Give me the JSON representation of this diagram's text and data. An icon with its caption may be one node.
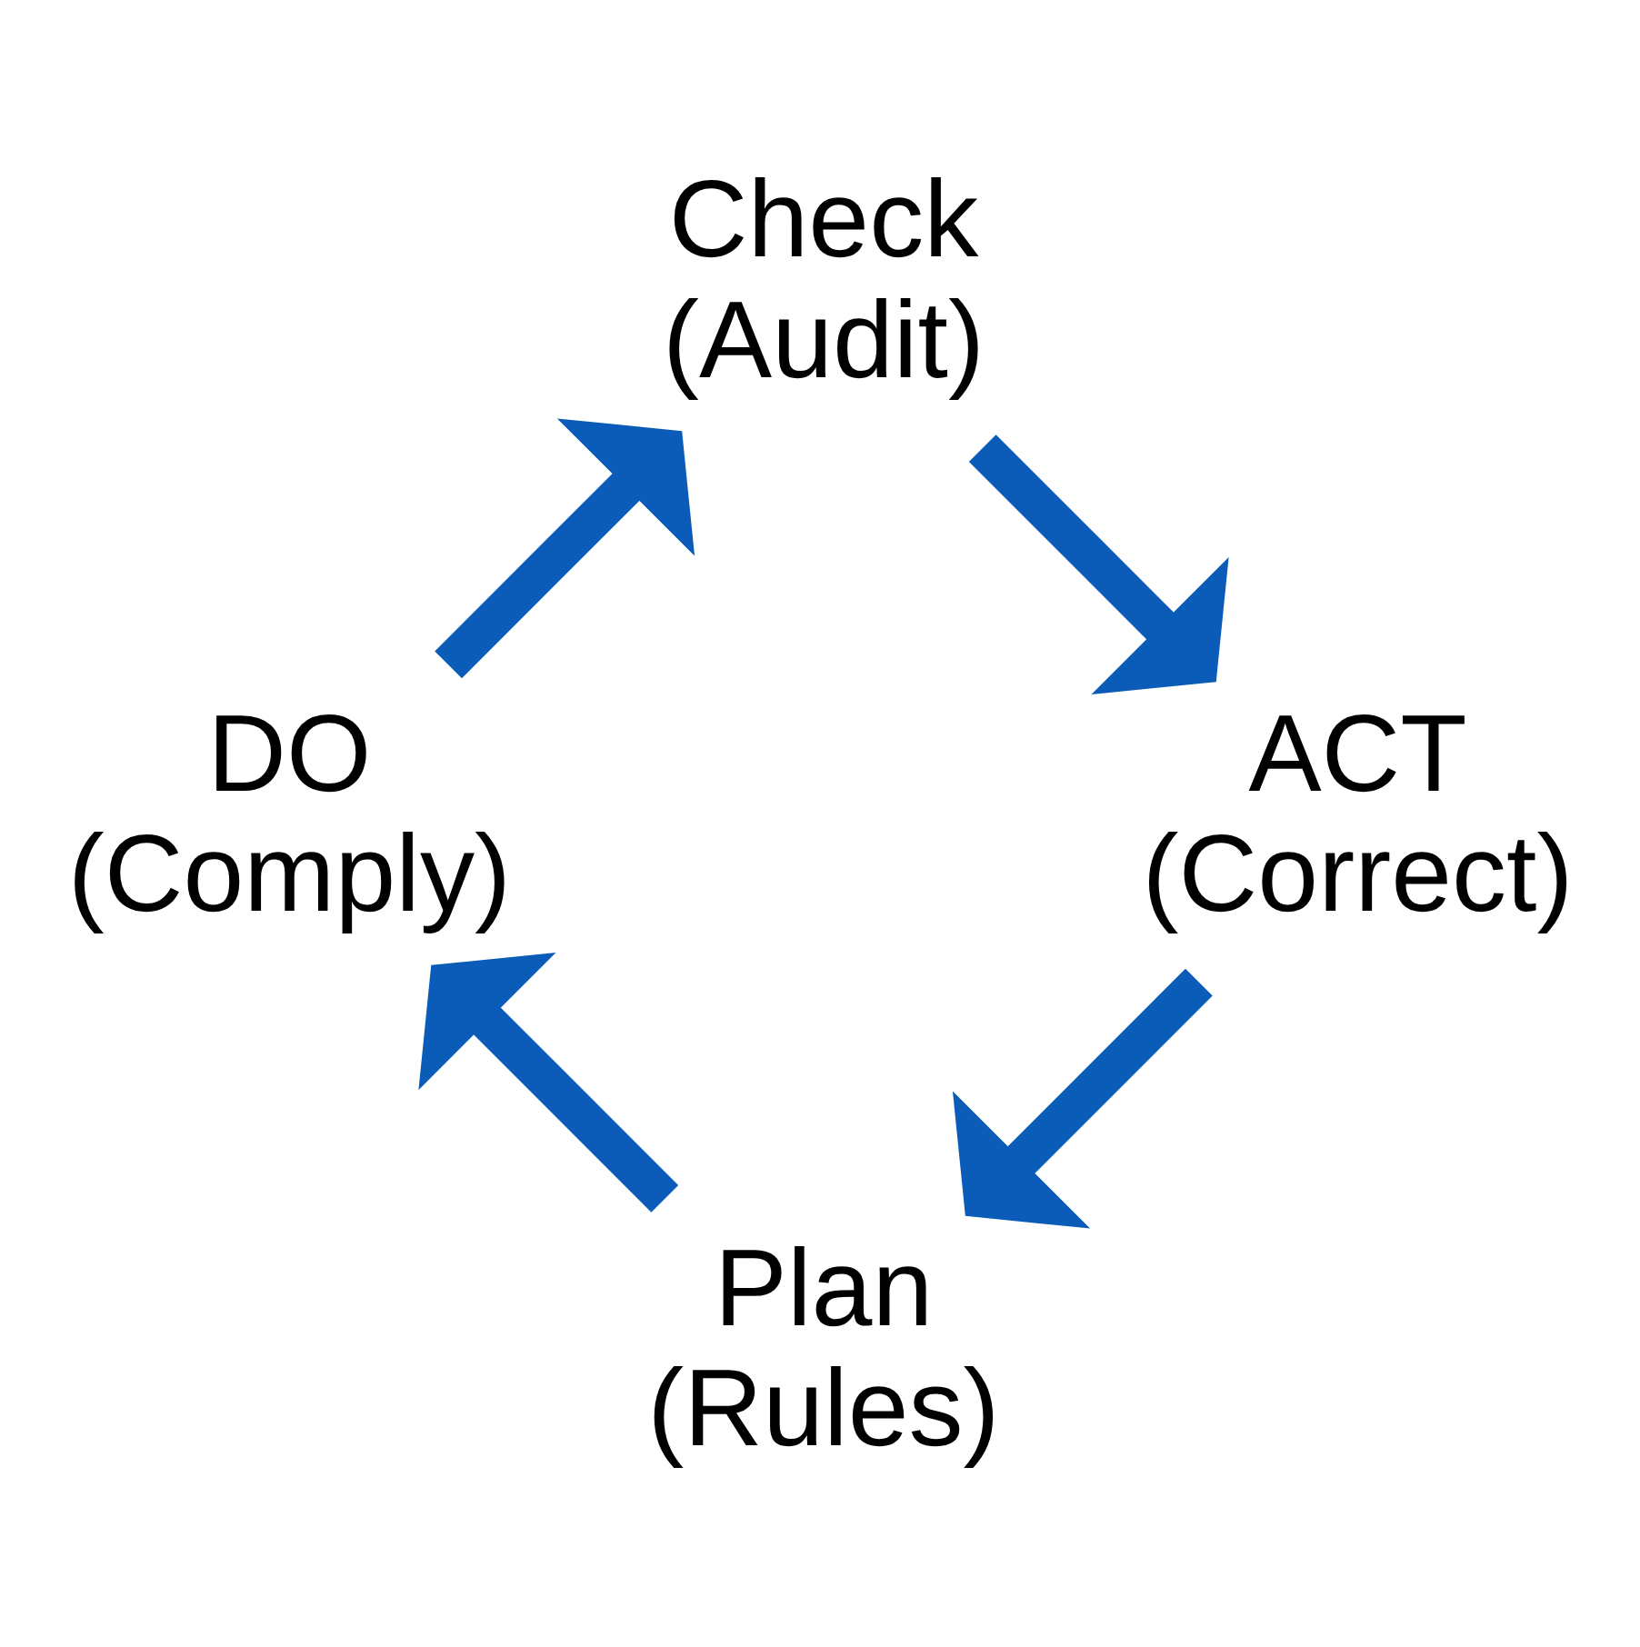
{
  "diagram": {
    "nodes": [
      {
        "text": [
          "Plan",
          "(Rules)"
        ]
      },
      {
        "text": [
          "DO",
          "(Comply)"
        ]
      },
      {
        "text": [
          "Check",
          "(Audit)"
        ]
      },
      {
        "text": [
          "ACT",
          "(Correct)"
        ]
      }
    ],
    "edges": [
      {
        "from": 0,
        "to": 1,
        "arrow": "to"
      },
      {
        "from": 1,
        "to": 2,
        "arrow": "to"
      },
      {
        "from": 2,
        "to": 3,
        "arrow": "to"
      },
      {
        "from": 3,
        "to": 0,
        "arrow": "to"
      }
    ]
  }
}
